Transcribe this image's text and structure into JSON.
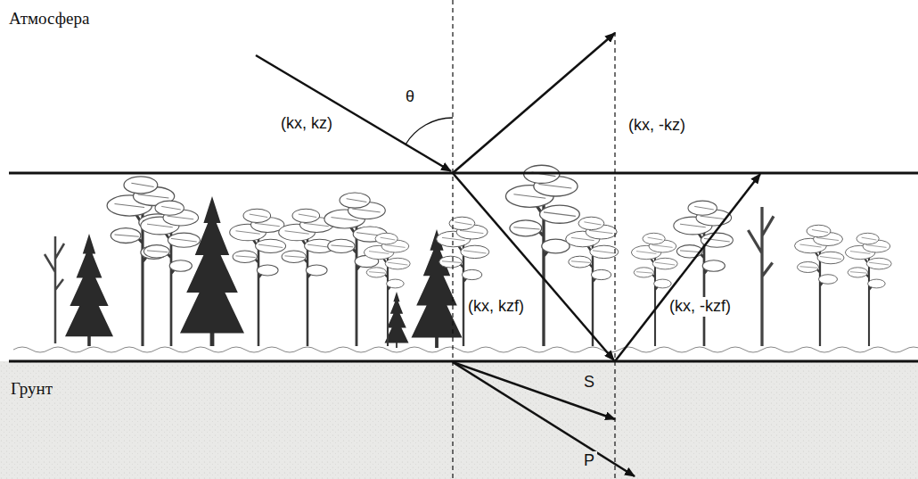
{
  "diagram": {
    "nodes": [
      {
        "text": [
          "Атмосфера"
        ]
      },
      {
        "text": [
          "Грунт"
        ]
      }
    ],
    "labels": [
      "θ",
      "(kx, kz)",
      "(kx, -kz)",
      "(kx, kzf)",
      "(kx, -kzf)",
      "S",
      "P"
    ]
  }
}
